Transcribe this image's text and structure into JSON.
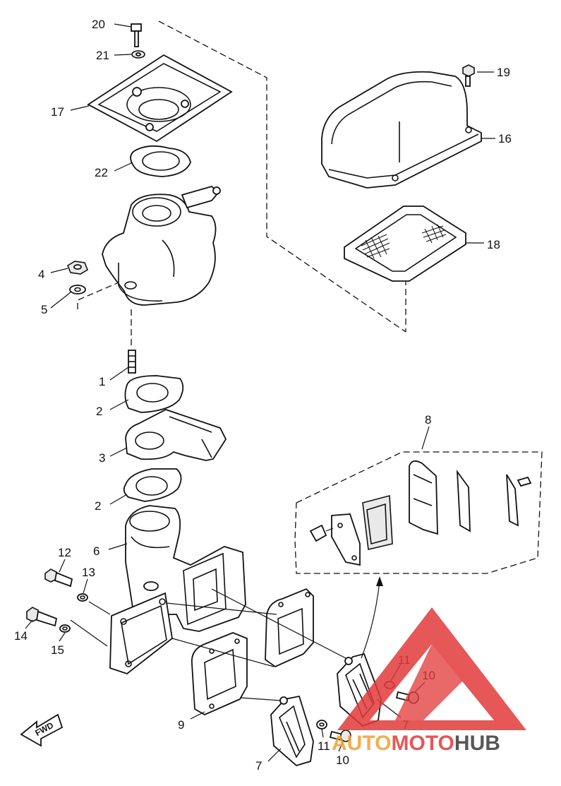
{
  "diagram": {
    "callouts": {
      "c20": "20",
      "c21": "21",
      "c17": "17",
      "c22": "22",
      "c19": "19",
      "c16": "16",
      "c18": "18",
      "c4": "4",
      "c5": "5",
      "c1": "1",
      "c2a": "2",
      "c3": "3",
      "c2b": "2",
      "c6": "6",
      "c8": "8",
      "c12": "12",
      "c13": "13",
      "c14": "14",
      "c15": "15",
      "c11a": "11",
      "c10a": "10",
      "c9": "9",
      "c7a": "7",
      "c11b": "11",
      "c10b": "10",
      "c7b": "7"
    },
    "fwd_label": "FWD"
  },
  "watermark": {
    "part1": "AUTO",
    "part2": "MOTO",
    "part3": "HUB",
    "colors": {
      "triangle": "#e23a3a",
      "auto": "#f0a030",
      "moto": "#e23a3a",
      "hub": "#3a3a3a"
    }
  }
}
